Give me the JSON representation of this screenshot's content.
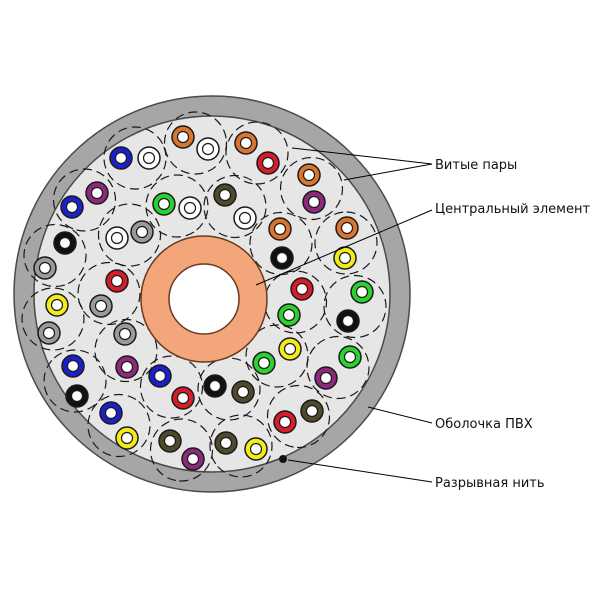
{
  "diagram": {
    "labels": {
      "twisted_pairs": "Витые пары",
      "central_element": "Центральный элемент",
      "pvc_sheath": "Оболочка ПВХ",
      "ripcord": "Разрывная нить"
    },
    "colors": {
      "sheath": "#a6a6a6",
      "core_fill": "#e6e6e6",
      "central_member": "#f2a67a",
      "blue": "#1b21c8",
      "white": "#ffffff",
      "orange": "#d9752f",
      "red": "#d81c2a",
      "green": "#2bd12f",
      "purple": "#8e2a7e",
      "olive": "#4f4a2b",
      "black": "#111111",
      "gray": "#9a9a9a",
      "yellow": "#f2ec1a"
    }
  }
}
